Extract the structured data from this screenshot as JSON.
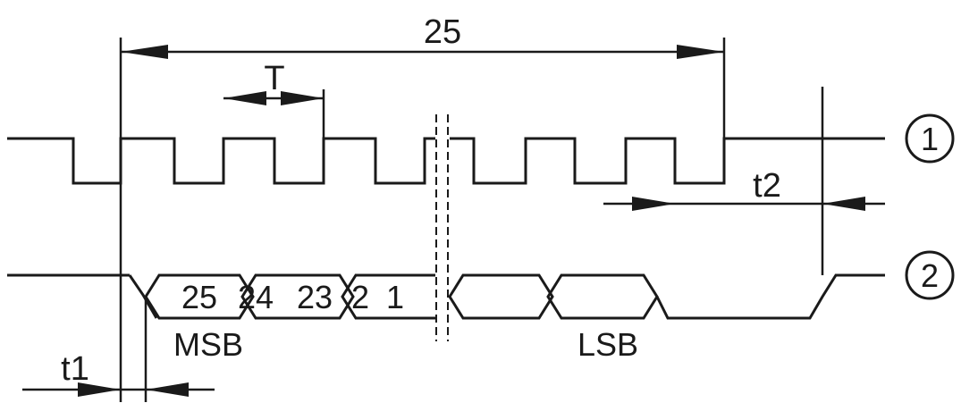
{
  "labels": {
    "frame_length": "25",
    "period": "T",
    "t1": "t1",
    "t2": "t2",
    "msb": "MSB",
    "lsb": "LSB"
  },
  "signals": {
    "clock": {
      "marker": "1"
    },
    "data": {
      "marker": "2"
    }
  },
  "data_bits": {
    "bit25": "25",
    "bit24": "24",
    "bit23": "23",
    "bit2": "2",
    "bit1": "1"
  }
}
